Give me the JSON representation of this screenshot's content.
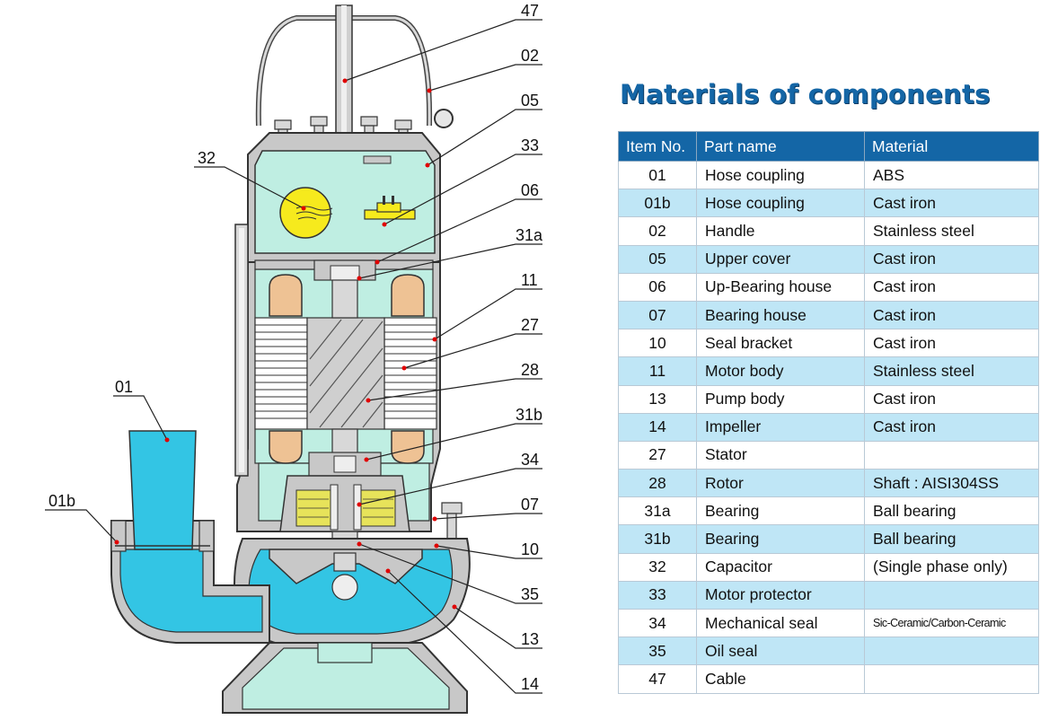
{
  "title": "Materials of components",
  "table": {
    "headers": [
      "Item No.",
      "Part name",
      "Material"
    ],
    "rows": [
      {
        "no": "01",
        "name": "Hose coupling",
        "material": "ABS"
      },
      {
        "no": "01b",
        "name": "Hose coupling",
        "material": "Cast iron"
      },
      {
        "no": "02",
        "name": "Handle",
        "material": "Stainless steel"
      },
      {
        "no": "05",
        "name": "Upper cover",
        "material": "Cast iron"
      },
      {
        "no": "06",
        "name": "Up-Bearing house",
        "material": "Cast iron"
      },
      {
        "no": "07",
        "name": "Bearing house",
        "material": "Cast iron"
      },
      {
        "no": "10",
        "name": "Seal bracket",
        "material": "Cast iron"
      },
      {
        "no": "11",
        "name": "Motor body",
        "material": "Stainless steel"
      },
      {
        "no": "13",
        "name": "Pump body",
        "material": "Cast iron"
      },
      {
        "no": "14",
        "name": "Impeller",
        "material": "Cast iron"
      },
      {
        "no": "27",
        "name": "Stator",
        "material": ""
      },
      {
        "no": "28",
        "name": "Rotor",
        "material": "Shaft : AISI304SS"
      },
      {
        "no": "31a",
        "name": "Bearing",
        "material": "Ball bearing"
      },
      {
        "no": "31b",
        "name": "Bearing",
        "material": "Ball bearing"
      },
      {
        "no": "32",
        "name": "Capacitor",
        "material": "(Single phase only)"
      },
      {
        "no": "33",
        "name": "Motor protector",
        "material": ""
      },
      {
        "no": "34",
        "name": "Mechanical seal",
        "material": "Sic-Ceramic/Carbon-Ceramic"
      },
      {
        "no": "35",
        "name": "Oil seal",
        "material": ""
      },
      {
        "no": "47",
        "name": "Cable",
        "material": ""
      }
    ]
  },
  "diagram_labels": {
    "l47": "47",
    "l02": "02",
    "l05": "05",
    "l33": "33",
    "l06": "06",
    "l31a": "31a",
    "l11": "11",
    "l27": "27",
    "l28": "28",
    "l31b": "31b",
    "l34": "34",
    "l07": "07",
    "l10": "10",
    "l35": "35",
    "l13": "13",
    "l14": "14",
    "l32": "32",
    "l01": "01",
    "l01b": "01b"
  },
  "colors": {
    "accent": "#1466a6",
    "row_alt": "#bfe6f6",
    "casing": "#c8c8c8",
    "water": "#33c5e4",
    "motor_chamber": "#bfeee2",
    "leader_dot": "#e00000"
  }
}
